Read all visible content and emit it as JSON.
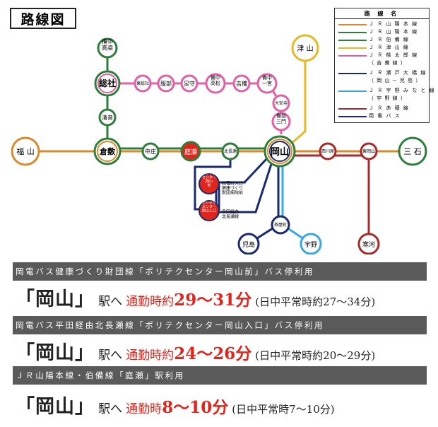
{
  "title": "路線図",
  "legend": {
    "title": "路 線 名",
    "items": [
      {
        "label": "Ｊ Ｒ 山 陽 本 線",
        "color": "#d98a2b"
      },
      {
        "label": "Ｊ Ｒ 山 陽 本 線",
        "color": "#2f7d3a"
      },
      {
        "label": "Ｊ Ｒ 伯 備 線",
        "color": "#2f7d3a"
      },
      {
        "label": "Ｊ Ｒ 津 山 線",
        "color": "#e7b826"
      },
      {
        "label": "Ｊ Ｒ 桃 太 郎 線",
        "color": "#e060a8"
      },
      {
        "label": "Ｊ Ｒ 瀬 戸 大 橋 線",
        "color": "#1a2a6c"
      },
      {
        "label": "Ｊ Ｒ 宇 野 み な と 線",
        "color": "#38a8e0"
      },
      {
        "label": "Ｊ Ｒ 赤 穂 線",
        "color": "#a52a2a"
      },
      {
        "label": "岡 電 バ ス",
        "color": "#1a2a6c"
      }
    ],
    "subs": [
      "（ 吉 備 線 ）",
      "（ 岡 山 − 児 島 ）",
      "（ 宇 野 線 ）"
    ]
  },
  "stations": {
    "bitchu_takahashi": "備中\n高梁",
    "soja": "総社",
    "kiyone": "清音",
    "kurashiki": "倉敷",
    "fukuyama": "福 山",
    "nakasho": "中庄",
    "niwase": "庭瀬",
    "kitanagase": "北長瀬",
    "okayama": "岡山",
    "nishigawara": "西川原",
    "higashiokayama": "東岡山",
    "mitsuishi": "三 石",
    "ako": "寒河",
    "tsuyama": "津 山",
    "higashisoja": "東総社",
    "hattori": "服部",
    "ashimori": "足守",
    "bitchutakamatsu": "備中\n高松",
    "kibitsu": "吉備",
    "bitchu_ichinomiya": "備中\n一宮",
    "daianji": "大安寺",
    "bizen_mikado": "備前\n三門",
    "tsubo": "茶屋町",
    "kojima": "児島",
    "uno": "宇野",
    "bus1": "ポリテク\nセンター\n岡山\n前",
    "bus2": "ポリテク\nセンター\n岡山入口",
    "bus1_label": "岡電町入口・\n健康づくり\n財団病院前",
    "bus2_label": "平田経由\n北長瀬線"
  },
  "colors": {
    "sanyo": "#d98a2b",
    "hakubi": "#2f7d3a",
    "tsuyama": "#e7b826",
    "momotaro": "#e060a8",
    "seto": "#1a2a6c",
    "uno": "#38a8e0",
    "ako": "#a52a2a",
    "bus": "#1a2a6c",
    "accent_red": "#e0261c"
  },
  "banners": [
    "岡電バス健康づくり財団線「ポリテクセンター岡山前」バス停利用",
    "岡電バス平田経由北長瀬線「ポリテクセンター岡山入口」バス停利用",
    "ＪＲ山陽本線・伯備線「庭瀬」駅利用"
  ],
  "access": [
    {
      "station": "「岡山」",
      "to": "駅へ",
      "label": "通勤時約",
      "time": "29～31分",
      "off": "(日中平常時約27～34分)"
    },
    {
      "station": "「岡山」",
      "to": "駅へ",
      "label": "通勤時約",
      "time": "24～26分",
      "off": "(日中平常時約20～29分)"
    },
    {
      "station": "「岡山」",
      "to": "駅へ",
      "label": "通勤時",
      "time": "8～10分",
      "off": "(日中平常時7～10分)"
    }
  ]
}
